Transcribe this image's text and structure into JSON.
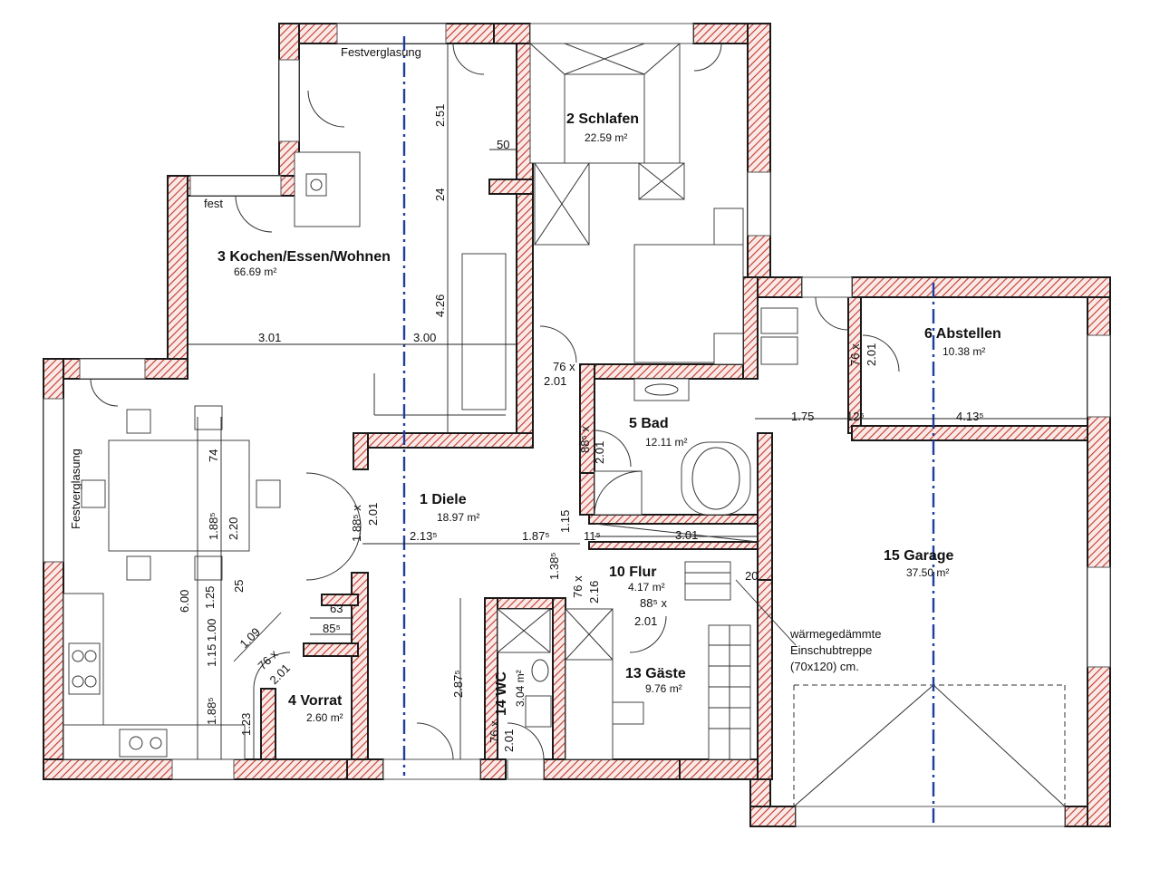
{
  "rooms": [
    {
      "number": "1",
      "name": "Diele",
      "area": "18.97 m²"
    },
    {
      "number": "2",
      "name": "Schlafen",
      "area": "22.59 m²"
    },
    {
      "number": "3",
      "name": "Kochen/Essen/Wohnen",
      "area": "66.69 m²"
    },
    {
      "number": "4",
      "name": "Vorrat",
      "area": "2.60 m²"
    },
    {
      "number": "5",
      "name": "Bad",
      "area": "12.11 m²"
    },
    {
      "number": "6",
      "name": "Abstellen",
      "area": "10.38 m²"
    },
    {
      "number": "10",
      "name": "Flur",
      "area": "4.17 m²"
    },
    {
      "number": "13",
      "name": "Gäste",
      "area": "9.76 m²"
    },
    {
      "number": "14",
      "name": "WC",
      "area": "3.04 m²"
    },
    {
      "number": "15",
      "name": "Garage",
      "area": "37.50 m²"
    }
  ],
  "labels": {
    "festverglasung_top": "Festverglasung",
    "festverglasung_left": "Festverglasung",
    "fest": "fest",
    "stair_note_line1": "wärmegedämmte",
    "stair_note_line2": "Einschubtreppe",
    "stair_note_line3": "(70x120) cm."
  },
  "dimensions": {
    "d_2_51": "2.51",
    "d_50": "50",
    "d_24": "24",
    "d_4_26": "4.26",
    "d_3_01_living": "3.01",
    "d_3_00": "3.00",
    "d_76_201_sleep": "76 x",
    "d_2_01_sleep": "2.01",
    "d_74": "74",
    "d_1_88_5_tbl": "1.88⁵",
    "d_2_20": "2.20",
    "d_1_88_5_door": "1.88⁵ x",
    "d_2_01_door": "2.01",
    "d_2_13_5": "2.13⁵",
    "d_1_87_5": "1.87⁵",
    "d_1_15": "1.15",
    "d_1_38_5": "1.38⁵",
    "d_1_25": "1.25",
    "d_25": "25",
    "d_6_00": "6.00",
    "d_1_00": "1.00",
    "d_1_15b": "1.15",
    "d_1_09": "1.09",
    "d_76_vorrat": "76 x",
    "d_2_01_vorrat": "2.01",
    "d_63": "63",
    "d_85_5": "85⁵",
    "d_1_88_5_bottom": "1.88⁵",
    "d_1_23": "1.23",
    "d_2_87_5": "2.87⁵",
    "d_76_wc": "76 x",
    "d_2_01_wc": "2.01",
    "d_88_5_bad": "88⁵ x",
    "d_2_01_bad": "2.01",
    "d_1_75": "1.75",
    "d_12_5": "12⁵",
    "d_4_13_5": "4.13⁵",
    "d_76_abst": "76 x",
    "d_2_01_abst": "2.01",
    "d_3_01_flur": "3.01",
    "d_11_5": "11⁵",
    "d_76_flur": "76 x",
    "d_2_16": "2.16",
    "d_88_5_gaeste": "88⁵ x",
    "d_2_01_gaeste": "2.01",
    "d_20": "20"
  },
  "colors": {
    "wall_hatch": "#c0392b",
    "axis_line": "#1f3ea0"
  }
}
